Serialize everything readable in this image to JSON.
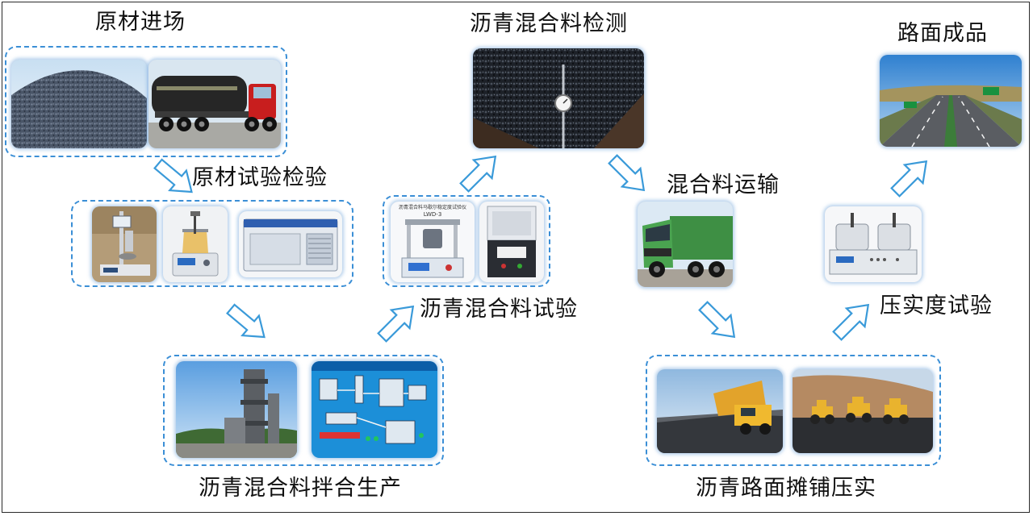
{
  "stages": {
    "raw_entry": "原材进场",
    "raw_test": "原材试验检验",
    "mixing_production": "沥青混合料拌合生产",
    "mixture_test": "沥青混合料试验",
    "mixture_inspection": "沥青混合料检测",
    "transport": "混合料运输",
    "paving": "沥青路面摊铺压实",
    "compaction_test": "压实度试验",
    "finished_road": "路面成品"
  },
  "device_text": {
    "tester_model": "LWD-3"
  },
  "colors": {
    "dashed_border": "#3b8fd6",
    "arrow_stroke": "#3a9ad9",
    "arrow_fill": "#ffffff"
  }
}
